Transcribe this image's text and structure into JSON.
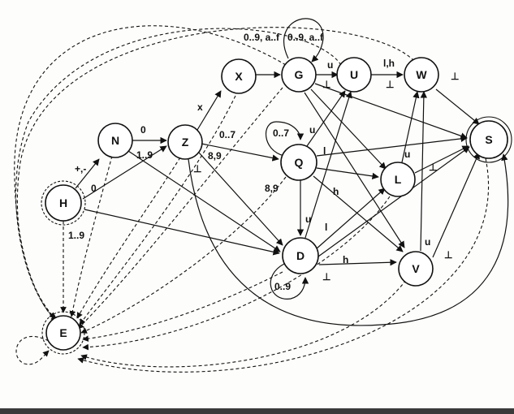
{
  "diagram": {
    "states": [
      {
        "id": "H",
        "label": "H",
        "start": true
      },
      {
        "id": "N",
        "label": "N"
      },
      {
        "id": "Z",
        "label": "Z"
      },
      {
        "id": "X",
        "label": "X"
      },
      {
        "id": "G",
        "label": "G"
      },
      {
        "id": "U",
        "label": "U"
      },
      {
        "id": "W",
        "label": "W"
      },
      {
        "id": "S",
        "label": "S",
        "accepting": true
      },
      {
        "id": "Q",
        "label": "Q"
      },
      {
        "id": "L",
        "label": "L"
      },
      {
        "id": "D",
        "label": "D"
      },
      {
        "id": "V",
        "label": "V"
      },
      {
        "id": "E",
        "label": "E",
        "error": true
      }
    ],
    "edge_labels": {
      "H_N": "+,-",
      "H_Z": "0",
      "H_D": "1..9",
      "N_Z": "0",
      "N_D": "1..9",
      "Z_X": "x",
      "Z_Q": "0..7",
      "Z_D": "8,9",
      "Z_E": "⊥",
      "X_G": "0..9, a..f",
      "G_G": "0..9, a..f",
      "G_U": "u",
      "G_bot": "⊥",
      "U_W": "l,h",
      "U_bot": "⊥",
      "W_S": "⊥",
      "Q_Q": "0..7",
      "Q_U": "u",
      "Q_S": "l",
      "Q_D_89": "8,9",
      "Q_D_u": "u",
      "Q_h": "h",
      "L_W": "u",
      "L_S": "⊥",
      "D_D": "0..9",
      "D_L": "l",
      "D_V": "h",
      "D_bot": "⊥",
      "V_W": "u",
      "V_S": "⊥"
    }
  }
}
